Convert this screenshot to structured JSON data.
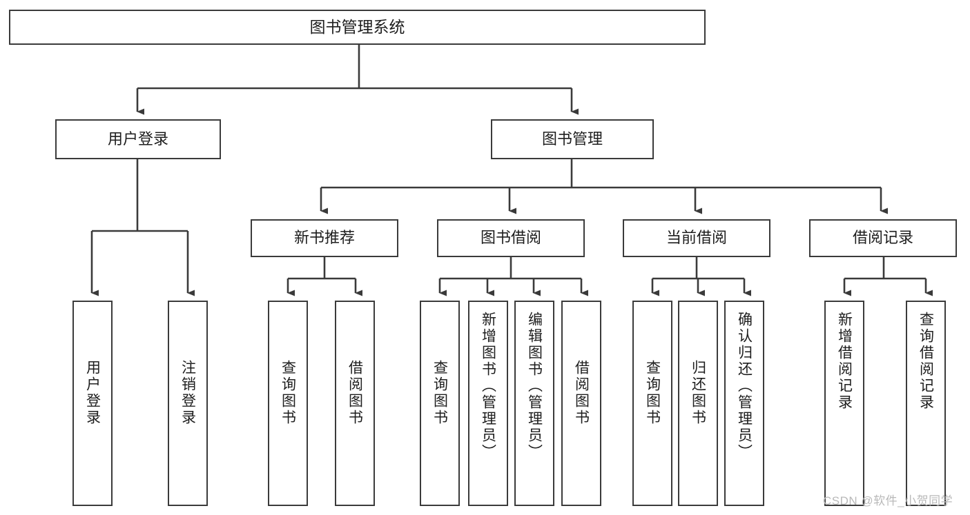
{
  "diagram": {
    "title": "图书管理系统",
    "type": "hierarchy-tree",
    "watermark": "CSDN @软件_小贺同学",
    "root": {
      "label": "图书管理系统"
    },
    "level1": [
      {
        "label": "用户登录"
      },
      {
        "label": "图书管理"
      }
    ],
    "level2": [
      {
        "label": "新书推荐"
      },
      {
        "label": "图书借阅"
      },
      {
        "label": "当前借阅"
      },
      {
        "label": "借阅记录"
      }
    ],
    "leaves": {
      "user_login": [
        {
          "label": "用户登录"
        },
        {
          "label": "注销登录"
        }
      ],
      "new_book_recommend": [
        {
          "label": "查询图书"
        },
        {
          "label": "借阅图书"
        }
      ],
      "book_borrow": [
        {
          "label": "查询图书"
        },
        {
          "label": "新增图书（管理员）"
        },
        {
          "label": "编辑图书（管理员）"
        },
        {
          "label": "借阅图书"
        }
      ],
      "current_borrow": [
        {
          "label": "查询图书"
        },
        {
          "label": "归还图书"
        },
        {
          "label": "确认归还（管理员）"
        }
      ],
      "borrow_record": [
        {
          "label": "新增借阅记录"
        },
        {
          "label": "查询借阅记录"
        }
      ]
    },
    "colors": {
      "box_border": "#3a3a3a",
      "box_fill": "#ffffff",
      "connector": "#3a3a3a",
      "text": "#1d1d1d",
      "watermark": "#b9b9b9",
      "background": "#ffffff"
    }
  }
}
